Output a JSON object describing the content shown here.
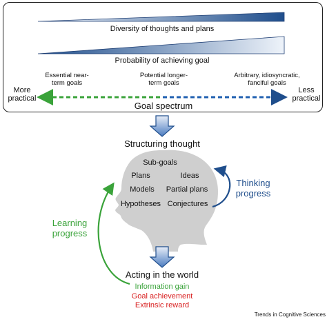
{
  "top_panel": {
    "bar1_label": "Diversity of thoughts and plans",
    "bar2_label": "Probability of achieving goal",
    "goal_left": "Essential near-\nterm goals",
    "goal_mid": "Potential longer-\nterm goals",
    "goal_right": "Arbitrary, idiosyncratic,\nfanciful goals",
    "left_end": "More\npractical",
    "right_end": "Less\npractical",
    "spectrum_label": "Goal spectrum"
  },
  "head": {
    "title": "Structuring thought",
    "items": [
      "Sub-goals",
      "Plans",
      "Ideas",
      "Models",
      "Partial plans",
      "Hypotheses",
      "Conjectures"
    ]
  },
  "loops": {
    "thinking": "Thinking\nprogress",
    "learning": "Learning\nprogress"
  },
  "acting": {
    "title": "Acting in the world",
    "info_gain": "Information gain",
    "goal_achievement": "Goal achievement",
    "extrinsic_reward": "Extrinsic reward"
  },
  "footer": "Trends in Cognitive Sciences",
  "colors": {
    "blue_dark": "#1f4e8c",
    "blue_light": "#e6edf7",
    "green": "#3aa33a",
    "red": "#d81e1e",
    "head": "#cfcfcf"
  }
}
